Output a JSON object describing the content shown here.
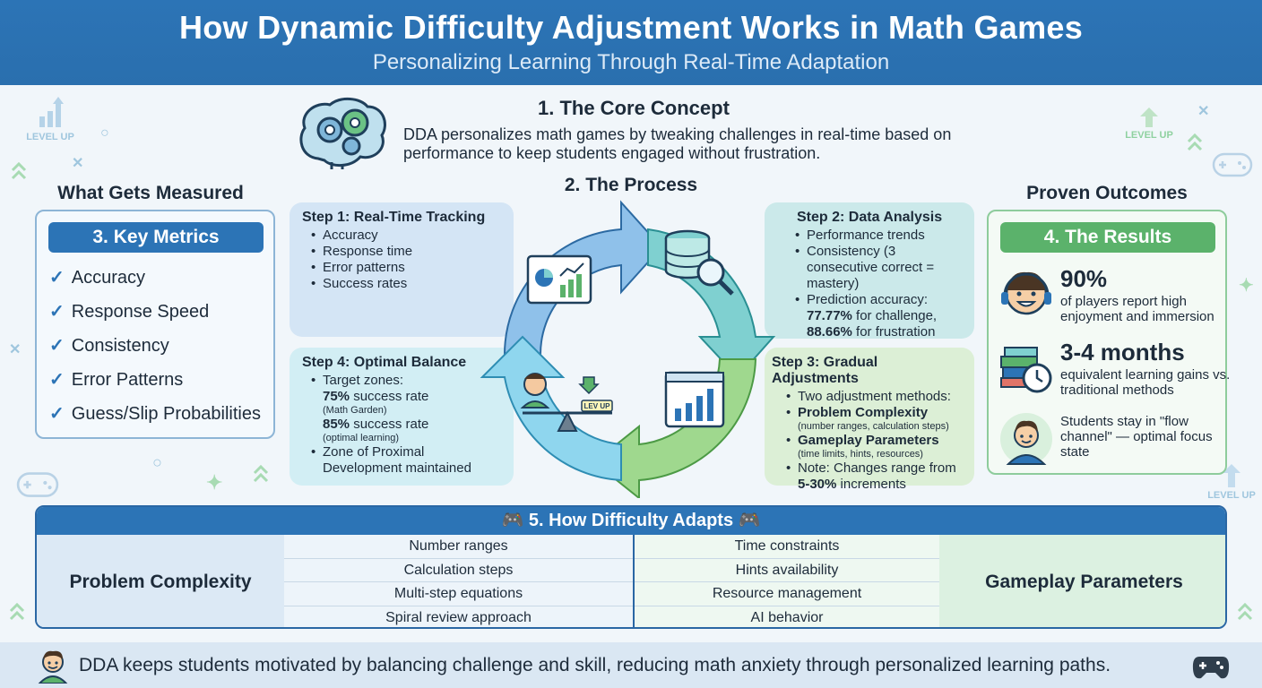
{
  "header": {
    "title": "How Dynamic Difficulty Adjustment Works in Math Games",
    "subtitle": "Personalizing Learning Through Real-Time Adaptation"
  },
  "decor": {
    "level_up": "LEVEL UP"
  },
  "core": {
    "title": "1. The Core Concept",
    "text": "DDA personalizes math games by tweaking challenges in real-time based on performance to keep students engaged without frustration."
  },
  "metrics": {
    "heading": "What Gets Measured",
    "pill": "3. Key Metrics",
    "items": [
      {
        "check": "✓",
        "label": "Accuracy"
      },
      {
        "check": "✓",
        "label": "Response Speed"
      },
      {
        "check": "✓",
        "label": "Consistency"
      },
      {
        "check": "✓",
        "label": "Error Patterns"
      },
      {
        "check": "✓",
        "label": "Guess/Slip Probabilities"
      }
    ]
  },
  "process": {
    "heading": "2. The Process",
    "step1": {
      "title": "Step 1: Real-Time Tracking",
      "items": [
        "Accuracy",
        "Response time",
        "Error patterns",
        "Success rates"
      ]
    },
    "step2": {
      "title": "Step 2: Data Analysis",
      "items": [
        "Performance trends",
        "Consistency (3 consecutive correct = mastery)",
        "Prediction accuracy:"
      ],
      "pred1_value": "77.77%",
      "pred1_label": " for challenge,",
      "pred2_value": "88.66%",
      "pred2_label": " for frustration"
    },
    "step3": {
      "title": "Step 3: Gradual Adjustments",
      "intro": "Two adjustment methods:",
      "m1_title": "Problem Complexity",
      "m1_detail": "(number ranges, calculation steps)",
      "m2_title": "Gameplay Parameters",
      "m2_detail": "(time limits, hints, resources)",
      "note": "Note: Changes range from",
      "note_value": "5-30%",
      "note_tail": " increments"
    },
    "step4": {
      "title": "Step 4: Optimal Balance",
      "intro": "Target zones:",
      "z1_value": "75%",
      "z1_label": " success rate",
      "z1_detail": "(Math Garden)",
      "z2_value": "85%",
      "z2_label": " success rate",
      "z2_detail": "(optimal learning)",
      "zone": "Zone of Proximal Development maintained"
    },
    "badge": "LEV UP"
  },
  "results": {
    "heading": "Proven Outcomes",
    "pill": "4. The Results",
    "r1_big": "90%",
    "r1_text": "of players report high enjoyment and immersion",
    "r2_big": "3-4 months",
    "r2_text": "equivalent learning gains vs. traditional methods",
    "r3_text": "Students stay in \"flow channel\" — optimal focus state"
  },
  "adapt": {
    "title": "5. How Difficulty Adapts",
    "left_label": "Problem Complexity",
    "right_label": "Gameplay Parameters",
    "left_items": [
      "Number ranges",
      "Calculation steps",
      "Multi-step equations",
      "Spiral review approach"
    ],
    "right_items": [
      "Time constraints",
      "Hints availability",
      "Resource management",
      "AI behavior"
    ]
  },
  "footer": {
    "text": "DDA keeps students motivated by balancing challenge and skill, reducing math anxiety through personalized learning paths."
  },
  "colors": {
    "blue": "#2c74b6",
    "green": "#5bb26b",
    "teal": "#4bb3c2"
  }
}
